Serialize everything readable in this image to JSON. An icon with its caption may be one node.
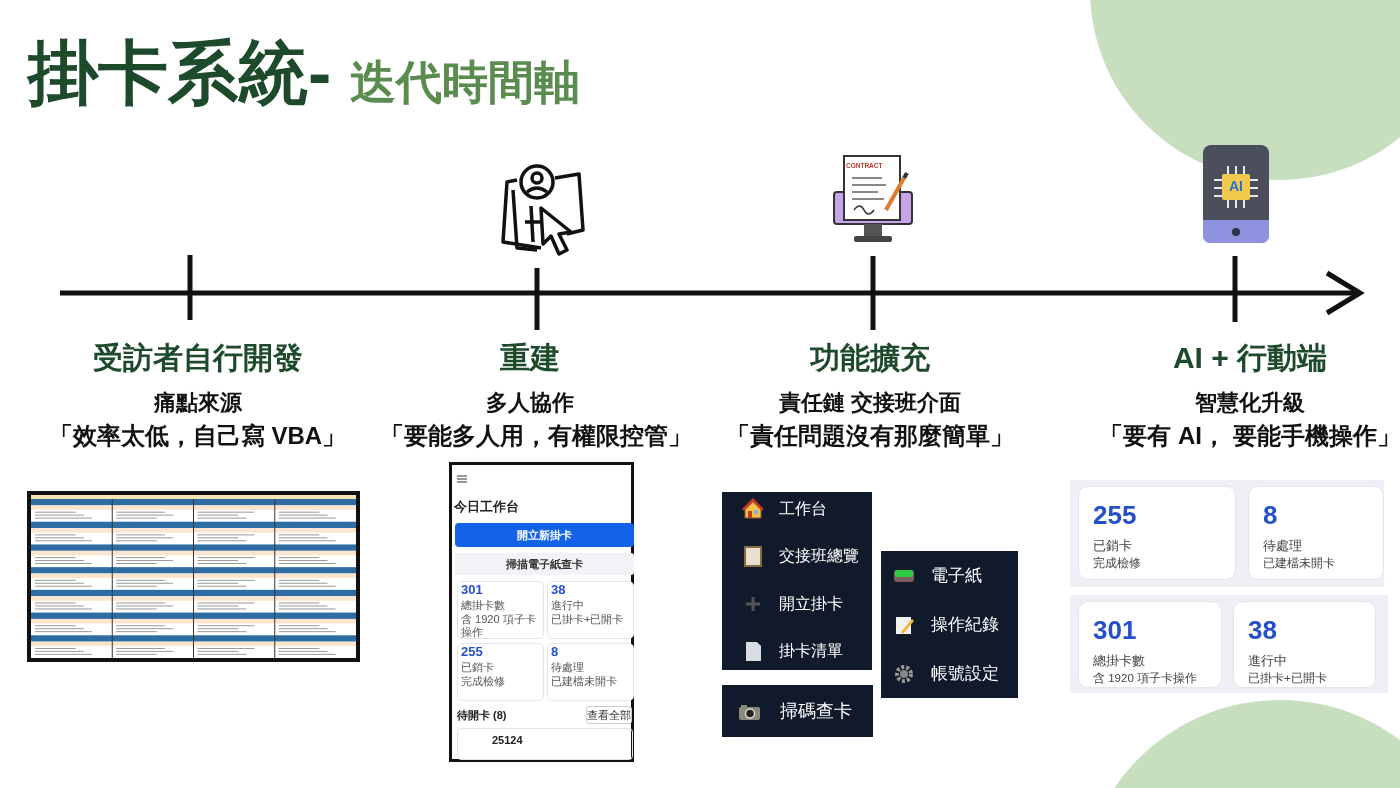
{
  "diagram": {
    "title": "掛卡系統-",
    "nodes": [
      {
        "text": [
          "受訪者自行開發",
          "痛點來源",
          "「效率太低，自己寫 VBA」"
        ]
      },
      {
        "text": [
          "重建",
          "多人協作",
          "「要能多人用，有權限控管」"
        ]
      },
      {
        "text": [
          "功能擴充",
          "責任鏈 交接班介面",
          "「責任問題沒有那麼簡單」"
        ]
      },
      {
        "text": [
          "AI + 行動端",
          "智慧化升級",
          "「要有 AI， 要能手機操作」"
        ]
      },
      {
        "text": [],
        "shape": "picture"
      },
      {
        "text": [
          "今日工作台",
          "待開卡 (8)"
        ]
      },
      {
        "text": [
          "開立新掛卡"
        ],
        "in": 5
      },
      {
        "text": [
          "掃描電子紙查卡"
        ],
        "in": 5
      },
      {
        "text": [
          "301",
          "總掛卡數",
          "含 1920 項子卡操作"
        ],
        "in": 5
      },
      {
        "text": [
          "38",
          "進行中",
          "已掛卡+已開卡"
        ],
        "in": 5
      },
      {
        "text": [
          "255",
          "已銷卡",
          "完成檢修"
        ],
        "in": 5
      },
      {
        "text": [
          "8",
          "待處理",
          "已建檔未開卡"
        ],
        "in": 5
      },
      {
        "text": [
          "查看全部"
        ],
        "in": 5
      },
      {
        "text": [
          "25124"
        ],
        "in": 5
      },
      {
        "text": [
          "工作台",
          "交接班總覽",
          "開立掛卡",
          "掛卡清單"
        ]
      },
      {
        "text": [
          "電子紙",
          "操作紀錄",
          "帳號設定"
        ]
      },
      {
        "text": [
          "掃碼查卡"
        ]
      },
      {
        "text": [],
        "shape": "box"
      },
      {
        "text": [
          "255",
          "已銷卡",
          "完成檢修"
        ],
        "in": 17
      },
      {
        "text": [
          "8",
          "待處理",
          "已建檔未開卡"
        ],
        "in": 17
      },
      {
        "text": [],
        "shape": "box"
      },
      {
        "text": [
          "301",
          "總掛卡數",
          "含 1920 項子卡操作"
        ],
        "in": 20
      },
      {
        "text": [
          "38",
          "進行中",
          "已掛卡+已開卡"
        ],
        "in": 20
      }
    ],
    "labels": [
      "迭代時間軸",
      "CONTRACT",
      "AI"
    ]
  }
}
